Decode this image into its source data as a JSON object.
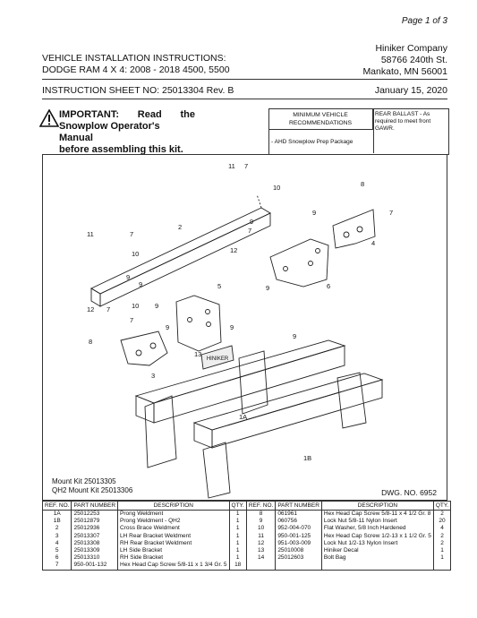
{
  "header": {
    "page": "Page 1 of 3",
    "company": [
      "Hiniker Company",
      "58766 240th St.",
      "Mankato, MN 56001"
    ],
    "title": [
      "VEHICLE INSTALLATION INSTRUCTIONS:",
      "DODGE RAM 4 X 4: 2008 - 2018 4500, 5500"
    ],
    "instruction_sheet": "INSTRUCTION SHEET NO: 25013304 Rev. B",
    "date": "January 15, 2020"
  },
  "warning": {
    "word1": "IMPORTANT:",
    "word2": "Read",
    "word3": "the",
    "line2": "Snowplow Operator's Manual",
    "line3": "before assembling this kit."
  },
  "min_vehicle": {
    "heading": [
      "MINIMUM VEHICLE",
      "RECOMMENDATIONS"
    ],
    "item": "- AHD Snowplow Prep Package",
    "ballast": "REAR BALLAST - As required to meet front GAWR."
  },
  "drawing": {
    "mount_kit": "Mount Kit 25013305",
    "qh2_mount_kit": "QH2 Mount Kit 25013306",
    "dwg_no": "DWG. NO. 6952",
    "callouts": [
      "11",
      "7",
      "10",
      "8",
      "9",
      "7",
      "2",
      "11",
      "7",
      "10",
      "9",
      "4",
      "9",
      "7",
      "9",
      "12",
      "5",
      "6",
      "9",
      "12",
      "7",
      "10",
      "9",
      "7",
      "9",
      "9",
      "8",
      "9",
      "13",
      "3",
      "1A",
      "1B"
    ],
    "decal_text": "HINIKER"
  },
  "parts_table": {
    "headers": [
      "REF. NO.",
      "PART NUMBER",
      "DESCRIPTION",
      "QTY.",
      "REF. NO.",
      "PART NUMBER",
      "DESCRIPTION",
      "QTY."
    ],
    "left": [
      [
        "1A",
        "25012253",
        "Prong Weldment",
        "1"
      ],
      [
        "1B",
        "25012879",
        "Prong Weldment - QH2",
        "1"
      ],
      [
        "2",
        "25012936",
        "Cross Brace Weldment",
        "1"
      ],
      [
        "3",
        "25013307",
        "LH Rear Bracket Weldment",
        "1"
      ],
      [
        "4",
        "25013308",
        "RH Rear Bracket Weldment",
        "1"
      ],
      [
        "5",
        "25013309",
        "LH Side Bracket",
        "1"
      ],
      [
        "6",
        "25013310",
        "RH Side Bracket",
        "1"
      ],
      [
        "7",
        "950-001-132",
        "Hex Head Cap Screw 5/8-11 x 1 3/4 Gr. 5",
        "18"
      ]
    ],
    "right": [
      [
        "8",
        "061961",
        "Hex Head Cap Screw 5/8-11 x 4 1/2 Gr. 8",
        "2"
      ],
      [
        "9",
        "060756",
        "Lock Nut 5/8-11 Nylon Insert",
        "20"
      ],
      [
        "10",
        "952-004-070",
        "Flat Washer, 5/8 Inch Hardened",
        "4"
      ],
      [
        "11",
        "950-001-125",
        "Hex Head Cap Screw 1/2-13 x 1 1/2 Gr. 5",
        "2"
      ],
      [
        "12",
        "951-003-009",
        "Lock Nut 1/2-13 Nylon Insert",
        "2"
      ],
      [
        "13",
        "25010008",
        "Hiniker Decal",
        "1"
      ],
      [
        "14",
        "25012603",
        "Bolt Bag",
        "1"
      ],
      [
        "",
        "",
        "",
        ""
      ]
    ]
  }
}
